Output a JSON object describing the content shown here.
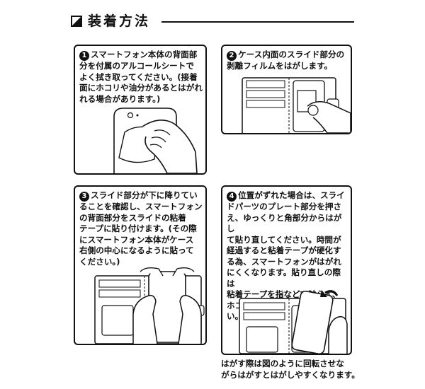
{
  "header": {
    "title": "装着方法"
  },
  "steps": [
    {
      "num": "1",
      "text": "スマートフォン本体の背面部\n分を付属のアルコールシートで\nよく拭き取ってください。(接着\n面にホコリや油分があるとはがれ\nれる場合があります。)"
    },
    {
      "num": "2",
      "text": "ケース内面のスライド部分の\n剥離フィルムをはがします。"
    },
    {
      "num": "3",
      "text": "スライド部分が下に降りてい\nることを確認し、スマートフォン\nの背面部分をスライドの粘着\nテープに貼り付けます。(その際\nにスマートフォン本体がケース\n右側の中心になるように貼って\nください。)"
    },
    {
      "num": "4",
      "text": "位置がずれた場合は、スライ\nドパーツのプレート部分を押さ\nえ、ゆっくりと角部分からはがし\nて貼り直してください。時間が\n経過すると粘着テープが硬化す\nる為、スマートフォンがはがれ\nにくくなります。貼り直しの際は\n粘着テープを指などで触らず、\nホコリなどにもご注意ください。"
    }
  ],
  "note": "はがす際は図のように回転させな\nがらはがすとはがしやすくなります。"
}
